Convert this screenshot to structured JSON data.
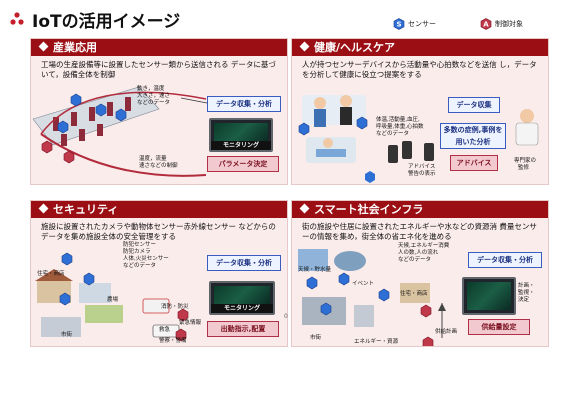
{
  "header": {
    "title": "IoTの活用イメージ",
    "legend_sensor_mark": "S",
    "legend_sensor_label": "センサー",
    "legend_target_mark": "A",
    "legend_target_label": "制御対象"
  },
  "colors": {
    "panel_header": "#9b0f14",
    "panel_bg": "#fbecec",
    "sensor_blue": "#2e6fd6",
    "target_red": "#c0394b"
  },
  "panels": [
    {
      "title": "産業応用",
      "description": "工場の生産設備等に設置したセンサー類から送信される データに基づいて，設備全体を制御",
      "notes": [
        "動き，温度",
        "大きさ，速さ",
        "などのデータ",
        "温度，流量",
        "速さなどの制御"
      ],
      "box_collect": "データ収集・分析",
      "monitor": "モニタリング",
      "box_decide": "パラメータ決定"
    },
    {
      "title": "健康/ヘルスケア",
      "description": "人が持つセンサーデバイスから活動量や心拍数などを送信 し，データを分析して健康に役立つ提案をする",
      "notes": [
        "体温,活動量,血圧,",
        "呼吸量,体重,心拍数",
        "などのデータ",
        "アドバイス",
        "警告の表示",
        "専門家の",
        "監修"
      ],
      "box_collect": "データ収集",
      "box_analysis": "多数の症例,事例を 用いた分析",
      "box_advice": "アドバイス"
    },
    {
      "title": "セキュリティ",
      "description": "施設に設置されたカメラや動物体センサー赤外線センサー などからのデータを集め施設全体の安全管理をする",
      "notes": [
        "防犯センサー",
        "防犯カメラ",
        "人体,火災センサー",
        "などのデータ",
        "住宅・商店",
        "農場",
        "消防・防災",
        "緊急情報",
        "救急",
        "市街",
        "警察・警備"
      ],
      "box_collect": "データ収集・分析",
      "monitor": "モニタリング",
      "box_command": "出動指示,配置"
    },
    {
      "title": "スマート社会インフラ",
      "description": "街の施設や住居に設置されたエネルギーや水などの資源消 費量センサーの情報を集め，街全体の省エネ化を進める",
      "notes": [
        "天候,エネルギー消費",
        "人の数,人の流れ",
        "などのデータ",
        "天候・貯水量",
        "イベント",
        "住宅・商店",
        "市街",
        "エネルギー・資源",
        "供給計画",
        "計画・",
        "監視・",
        "決定"
      ],
      "box_collect": "データ収集・分析",
      "box_supply": "供給量設定"
    }
  ],
  "page_number": "0"
}
